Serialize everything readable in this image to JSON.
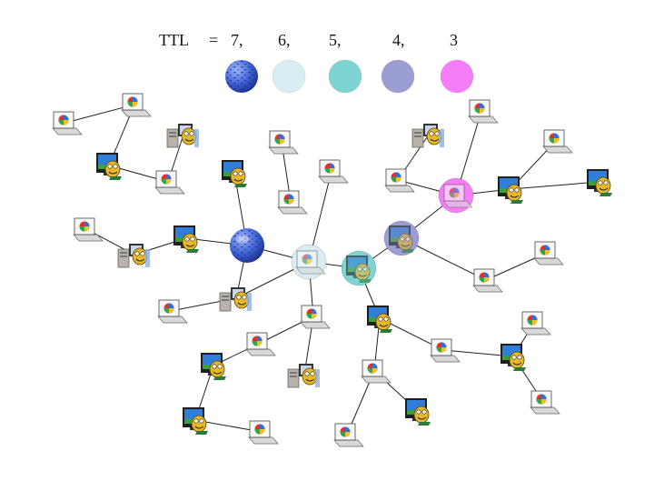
{
  "legend": {
    "label": "TTL",
    "equals": "=",
    "values": [
      "7,",
      "6,",
      "5,",
      "4,",
      "3"
    ],
    "colors": [
      "#4a6fd8",
      "#d8eef2",
      "#7fd3d3",
      "#9a9ed2",
      "#f57df5"
    ]
  },
  "node_colors": {
    "globe": "#4a6fd8",
    "ttl6": "#d8eef2",
    "ttl5": "#7fd3d3",
    "ttl4": "#9a9ed2",
    "ttl3": "#f57df5",
    "laptop_screen": "#f7f7f7",
    "monitor_screen": "#2f7fd8",
    "face": "#e6b82a",
    "tower": "#b8b2a8"
  },
  "icons": {
    "laptop": "laptop-icon",
    "desktop": "desktop-computer-icon",
    "tower": "tower-computer-icon",
    "globe": "globe-icon"
  }
}
